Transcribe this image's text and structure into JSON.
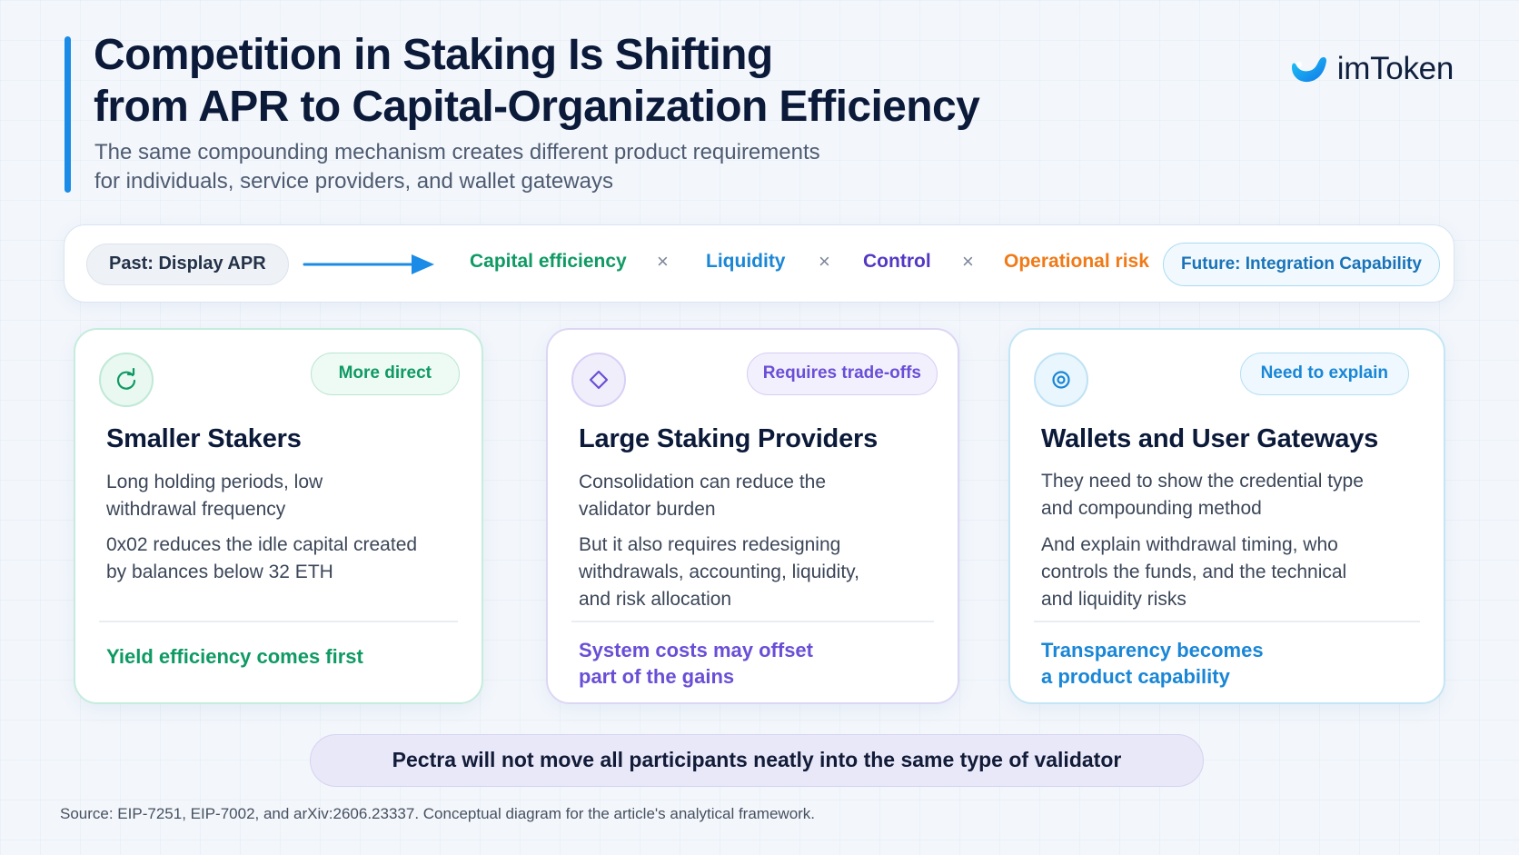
{
  "header": {
    "title_lines": [
      "Competition in Staking Is Shifting",
      "from APR to Capital-Organization Efficiency"
    ],
    "subtitle_lines": [
      "The same compounding mechanism creates different product requirements",
      "for individuals, service providers, and wallet gateways"
    ],
    "brand": "imToken"
  },
  "flow": {
    "past": "Past: Display APR",
    "factors": [
      {
        "label": "Capital efficiency",
        "color": "#0f9a64"
      },
      {
        "label": "Liquidity",
        "color": "#1a86d6"
      },
      {
        "label": "Control",
        "color": "#5438c4"
      },
      {
        "label": "Operational risk",
        "color": "#f07a17"
      }
    ],
    "times": "×",
    "future": "Future: Integration Capability"
  },
  "cards": [
    {
      "badge": "More direct",
      "title": "Smaller Stakers",
      "desc1": [
        "Long holding periods, low",
        "withdrawal frequency"
      ],
      "desc2": [
        "0x02 reduces the idle capital created",
        "by balances below 32 ETH"
      ],
      "takeaway": [
        "Yield efficiency comes first"
      ],
      "icon": "refresh-icon",
      "color": "#0f9a64"
    },
    {
      "badge": "Requires trade-offs",
      "title": "Large Staking Providers",
      "desc1": [
        "Consolidation can reduce the",
        "validator burden"
      ],
      "desc2": [
        "But it also requires redesigning",
        "withdrawals, accounting, liquidity,",
        "and risk allocation"
      ],
      "takeaway": [
        "System costs may offset",
        "part of the gains"
      ],
      "icon": "diamond-icon",
      "color": "#6a4fd6"
    },
    {
      "badge": "Need to explain",
      "title": "Wallets and User Gateways",
      "desc1": [
        "They need to show the credential type",
        "and compounding method"
      ],
      "desc2": [
        "And explain withdrawal timing, who",
        "controls the funds, and the technical",
        "and liquidity risks"
      ],
      "takeaway": [
        "Transparency becomes",
        "a product capability"
      ],
      "icon": "target-icon",
      "color": "#1a86d6"
    }
  ],
  "bottom_note": "Pectra will not move all participants neatly into the same type of validator",
  "source": "Source: EIP-7251, EIP-7002, and arXiv:2606.23337. Conceptual diagram for the article's analytical framework."
}
